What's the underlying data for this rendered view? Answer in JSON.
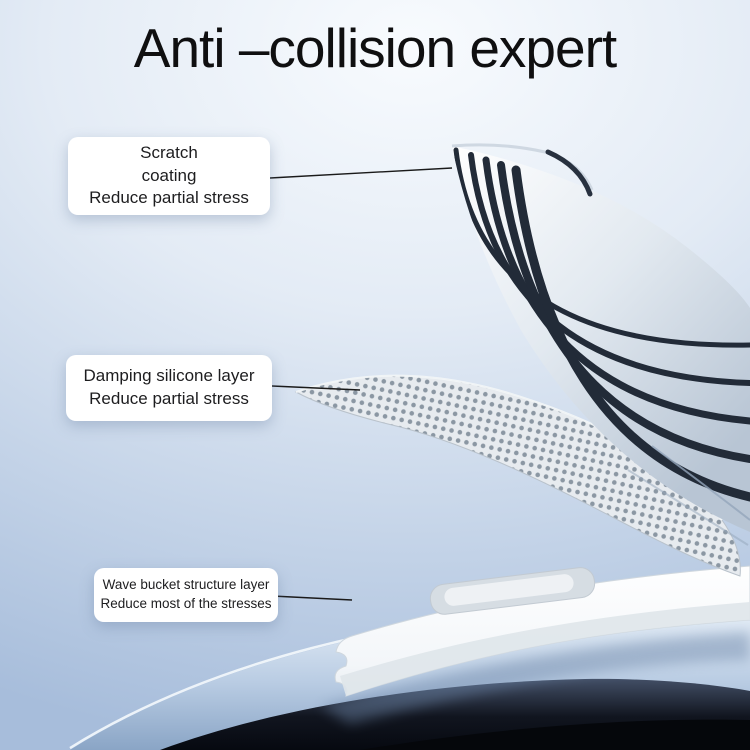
{
  "title": "Anti –collision expert",
  "callouts": [
    {
      "id": "scratch-coating",
      "lines": [
        "Scratch",
        "coating",
        "Reduce partial stress"
      ]
    },
    {
      "id": "damping-silicone-layer",
      "lines": [
        "Damping silicone layer",
        "Reduce partial stress"
      ]
    },
    {
      "id": "wave-bucket-structure-layer",
      "lines": [
        "Wave bucket structure layer",
        "Reduce most of the stresses"
      ]
    }
  ],
  "layers": {
    "top_layer": "scratch coating sheet",
    "middle_layer": "perforated damping silicone mesh",
    "bottom_layer": "wave bucket structure slab",
    "base": "phone frame edge"
  },
  "colors": {
    "background_top": "#f8fbfe",
    "background_bottom": "#a7bddb",
    "title_text": "#0f0f10",
    "callout_background": "#ffffff",
    "stripe_dark": "#222b38",
    "phone_dark": "#060910",
    "frame_blue": "#9db5d3"
  }
}
